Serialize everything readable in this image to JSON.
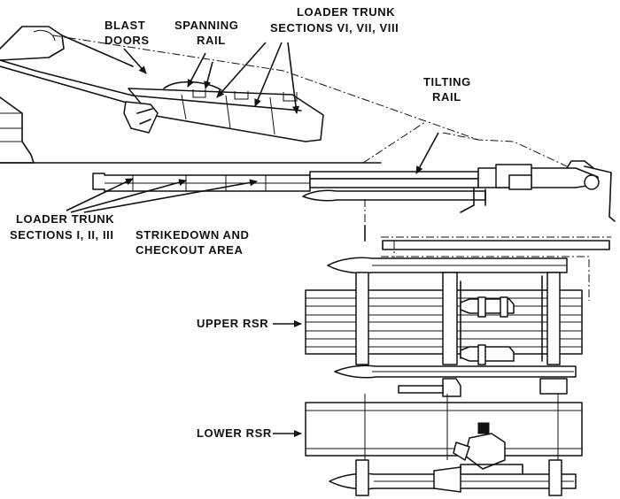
{
  "labels": {
    "blast_doors_1": "BLAST",
    "blast_doors_2": "DOORS",
    "spanning_rail_1": "SPANNING",
    "spanning_rail_2": "RAIL",
    "loader_trunk_upper_1": "LOADER TRUNK",
    "loader_trunk_upper_2": "SECTIONS VI, VII, VIII",
    "tilting_rail_1": "TILTING",
    "tilting_rail_2": "RAIL",
    "loader_trunk_lower_1": "LOADER TRUNK",
    "loader_trunk_lower_2": "SECTIONS I, II, III",
    "strikedown_1": "STRIKEDOWN AND",
    "strikedown_2": "CHECKOUT AREA",
    "upper_rsr": "UPPER RSR",
    "lower_rsr": "LOWER RSR"
  }
}
